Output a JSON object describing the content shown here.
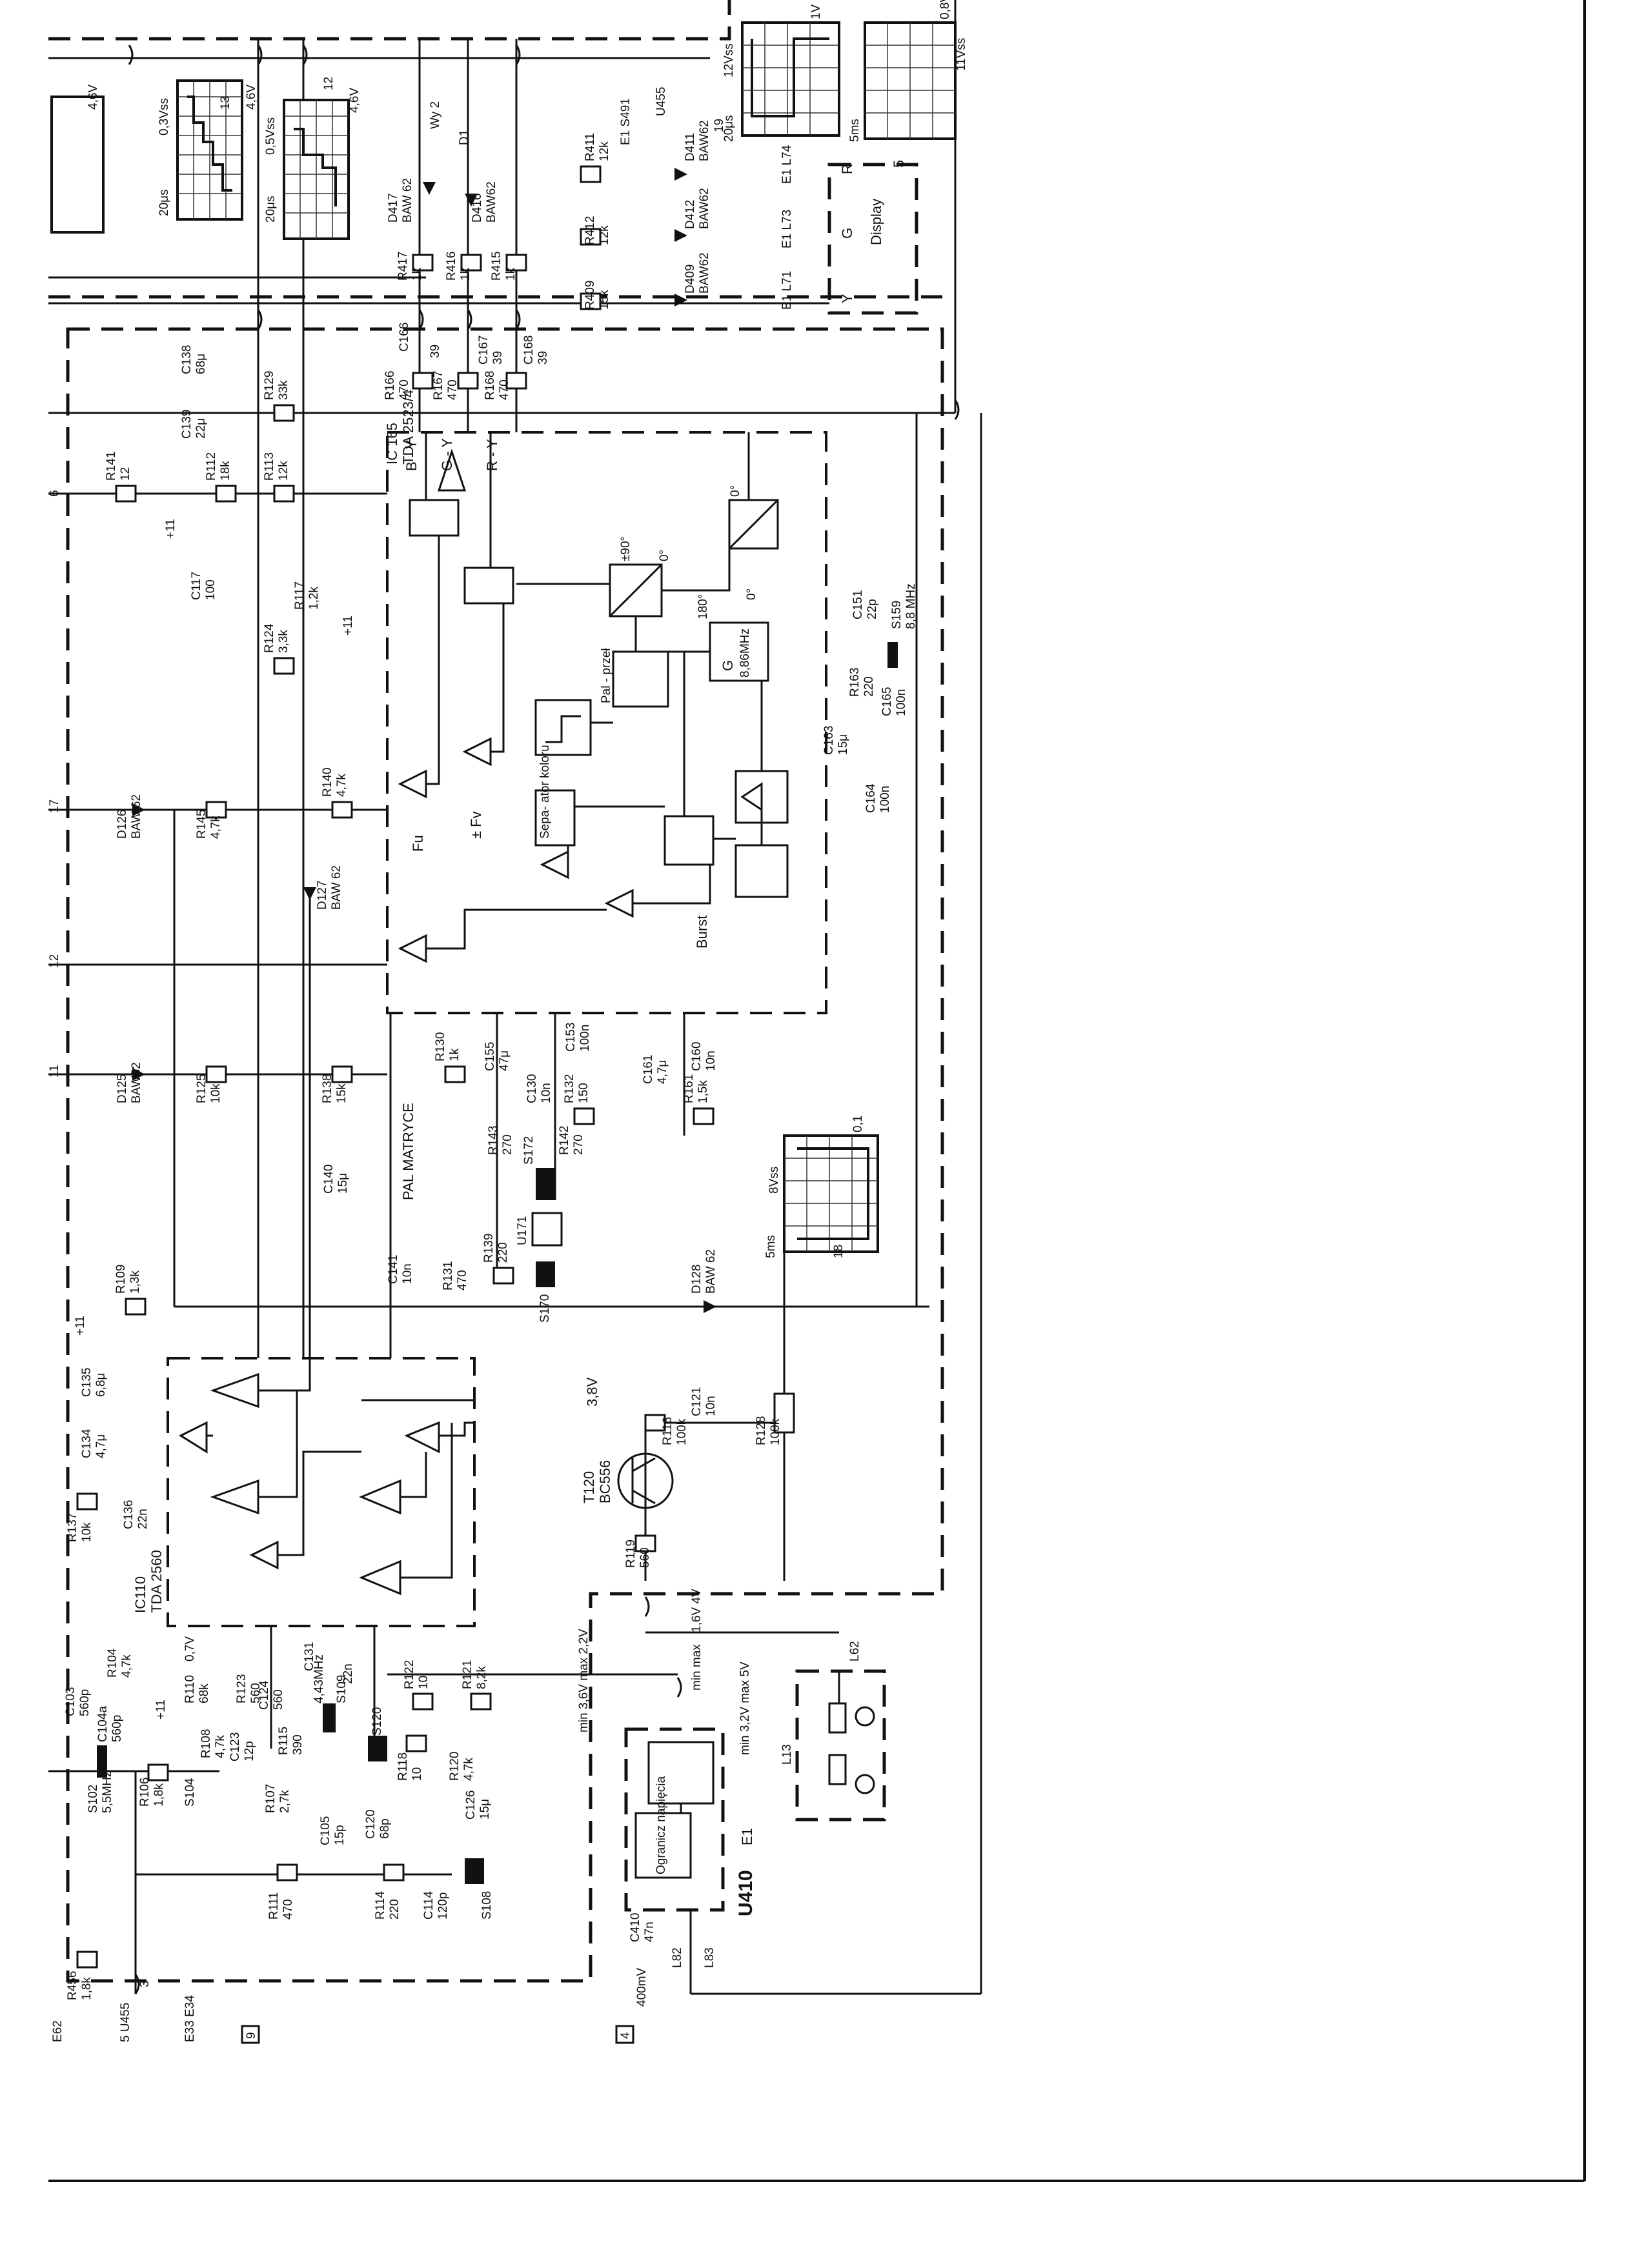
{
  "ic110": {
    "ref": "IC110",
    "part": "TDA 2560"
  },
  "ic165": {
    "ref": "IC 165",
    "part": "TDA 2523/4"
  },
  "u410": {
    "ref": "U410",
    "sub": "E1",
    "inner": "Ogranicz napięcia"
  },
  "pal_matrix": "PAL MATRYCE",
  "oscillator": {
    "label": "G",
    "freq": "8,86MHz"
  },
  "pal_switch": "Pal - przeł",
  "separator": "Sepa- ator koloru",
  "burst": "Burst",
  "display_box": {
    "title": "Display",
    "letters": [
      "R",
      "G",
      "Y"
    ],
    "num": "5"
  },
  "channels": [
    "B - Y",
    "G - Y",
    "R - Y"
  ],
  "feedback": [
    "Fu",
    "± Fv"
  ],
  "phase": [
    "±90°",
    "180°",
    "0°",
    "0°",
    "0°"
  ],
  "scopes": [
    {
      "id": "13",
      "vss": "0,3Vss",
      "time": "20μs",
      "volt": "4,6V"
    },
    {
      "id": "12",
      "vss": "0,5Vss",
      "time": "20μs",
      "volt": "4,6V"
    },
    {
      "id": "19",
      "vss": "12Vss",
      "time": "20μs",
      "volt": "1V"
    },
    {
      "id": "",
      "vss": "11Vss",
      "time": "5ms",
      "volt": "0,8V"
    },
    {
      "id": "18",
      "vss": "8Vss",
      "time": "5ms",
      "volt": "0,1"
    },
    {
      "id": "",
      "vss": "",
      "time": "",
      "volt": "4,6V"
    }
  ],
  "resistors": [
    {
      "ref": "R141",
      "val": "12"
    },
    {
      "ref": "R112",
      "val": "18k"
    },
    {
      "ref": "R113",
      "val": "12k"
    },
    {
      "ref": "R129",
      "val": "33k"
    },
    {
      "ref": "R117",
      "val": "1,2k"
    },
    {
      "ref": "R124",
      "val": "3,3k"
    },
    {
      "ref": "R140",
      "val": "4,7k"
    },
    {
      "ref": "R145",
      "val": "4,7k"
    },
    {
      "ref": "R125",
      "val": "10k"
    },
    {
      "ref": "R138",
      "val": "15k"
    },
    {
      "ref": "R130",
      "val": "1k"
    },
    {
      "ref": "R143",
      "val": "270"
    },
    {
      "ref": "R132",
      "val": "150"
    },
    {
      "ref": "R142",
      "val": "270"
    },
    {
      "ref": "R161",
      "val": "1,5k"
    },
    {
      "ref": "R131",
      "val": "470"
    },
    {
      "ref": "R139",
      "val": "220"
    },
    {
      "ref": "R109",
      "val": "1,3k"
    },
    {
      "ref": "R116",
      "val": "100k"
    },
    {
      "ref": "R128",
      "val": "100k"
    },
    {
      "ref": "R119",
      "val": "560"
    },
    {
      "ref": "R137",
      "val": "10k"
    },
    {
      "ref": "R104",
      "val": "4,7k"
    },
    {
      "ref": "R110",
      "val": "68k"
    },
    {
      "ref": "R123",
      "val": "560"
    },
    {
      "ref": "R108",
      "val": "4,7k"
    },
    {
      "ref": "R115",
      "val": "390"
    },
    {
      "ref": "R106",
      "val": "1,8k"
    },
    {
      "ref": "R107",
      "val": "2,7k"
    },
    {
      "ref": "R111",
      "val": "470"
    },
    {
      "ref": "R114",
      "val": "220"
    },
    {
      "ref": "R122",
      "val": "10"
    },
    {
      "ref": "R121",
      "val": "8,2k"
    },
    {
      "ref": "R118",
      "val": "10"
    },
    {
      "ref": "R120",
      "val": "4,7k"
    },
    {
      "ref": "R456",
      "val": "1,8k"
    },
    {
      "ref": "R166",
      "val": "470"
    },
    {
      "ref": "R167",
      "val": "470"
    },
    {
      "ref": "R168",
      "val": "470"
    },
    {
      "ref": "R417",
      "val": "1k"
    },
    {
      "ref": "R416",
      "val": "1k"
    },
    {
      "ref": "R415",
      "val": "1k"
    },
    {
      "ref": "R412",
      "val": "12k"
    },
    {
      "ref": "R411",
      "val": "12k"
    },
    {
      "ref": "R409",
      "val": "15k"
    },
    {
      "ref": "R163",
      "val": "220"
    }
  ],
  "capacitors": [
    {
      "ref": "C138",
      "val": "68μ"
    },
    {
      "ref": "C139",
      "val": "22μ"
    },
    {
      "ref": "C117",
      "val": "100"
    },
    {
      "ref": "C166",
      "val": "39"
    },
    {
      "ref": "C167",
      "val": "39"
    },
    {
      "ref": "C168",
      "val": "39"
    },
    {
      "ref": "C151",
      "val": "22p"
    },
    {
      "ref": "C163",
      "val": "15μ"
    },
    {
      "ref": "C165",
      "val": "100n"
    },
    {
      "ref": "C164",
      "val": "100n"
    },
    {
      "ref": "C155",
      "val": "47μ"
    },
    {
      "ref": "C153",
      "val": "100n"
    },
    {
      "ref": "C130",
      "val": "10n"
    },
    {
      "ref": "C161",
      "val": "4,7μ"
    },
    {
      "ref": "C160",
      "val": "10n"
    },
    {
      "ref": "C140",
      "val": "15μ"
    },
    {
      "ref": "C141",
      "val": "10n"
    },
    {
      "ref": "C121",
      "val": "10n"
    },
    {
      "ref": "C135",
      "val": "6,8μ"
    },
    {
      "ref": "C134",
      "val": "4,7μ"
    },
    {
      "ref": "C136",
      "val": "22n"
    },
    {
      "ref": "C103",
      "val": "560p"
    },
    {
      "ref": "C104a",
      "val": "560p"
    },
    {
      "ref": "C131",
      "val": "22n"
    },
    {
      "ref": "C123",
      "val": "12p"
    },
    {
      "ref": "C124",
      "val": "560"
    },
    {
      "ref": "C105",
      "val": "15p"
    },
    {
      "ref": "C120",
      "val": "68p"
    },
    {
      "ref": "C114",
      "val": "120p"
    },
    {
      "ref": "C126",
      "val": "15μ"
    },
    {
      "ref": "C410",
      "val": "47n"
    }
  ],
  "diodes": [
    {
      "ref": "D126",
      "val": "BAW 62"
    },
    {
      "ref": "D127",
      "val": "BAW 62"
    },
    {
      "ref": "D125",
      "val": "BAW62"
    },
    {
      "ref": "D128",
      "val": "BAW 62"
    },
    {
      "ref": "D417",
      "val": "BAW 62"
    },
    {
      "ref": "D416",
      "val": "BAW62"
    },
    {
      "ref": "D411",
      "val": "BAW62"
    },
    {
      "ref": "D412",
      "val": "BAW62"
    },
    {
      "ref": "D409",
      "val": "BAW62"
    }
  ],
  "coils": [
    {
      "ref": "S159",
      "val": "8,8 MHz"
    },
    {
      "ref": "S172",
      "val": ""
    },
    {
      "ref": "U171",
      "val": ""
    },
    {
      "ref": "S170",
      "val": ""
    },
    {
      "ref": "S102",
      "val": "5,5MHz"
    },
    {
      "ref": "S120",
      "val": ""
    },
    {
      "ref": "S109",
      "val": "4,43MHz"
    },
    {
      "ref": "S108",
      "val": ""
    },
    {
      "ref": "S104",
      "val": ""
    }
  ],
  "transistor": {
    "ref": "T120",
    "part": "BC556",
    "volt": "3,8V"
  },
  "voltages": [
    "+11",
    "+11",
    "+11",
    "+11",
    "0,7V",
    "1,6V 4V",
    "min max",
    "min 3,6V max 2,2V",
    "min 3,2V max 5V",
    "400mV"
  ],
  "connectors": [
    "E62",
    "5 U455",
    "E33 E34",
    "9",
    "4",
    "E1 L74",
    "E1 L73",
    "E1 L71",
    "L62",
    "L13",
    "L82",
    "L83",
    "Wy 2",
    "D1",
    "U455",
    "E1 S491"
  ],
  "pins_left": [
    "6",
    "17",
    "12",
    "11",
    "3"
  ],
  "section_labels": [
    "9",
    "4"
  ]
}
